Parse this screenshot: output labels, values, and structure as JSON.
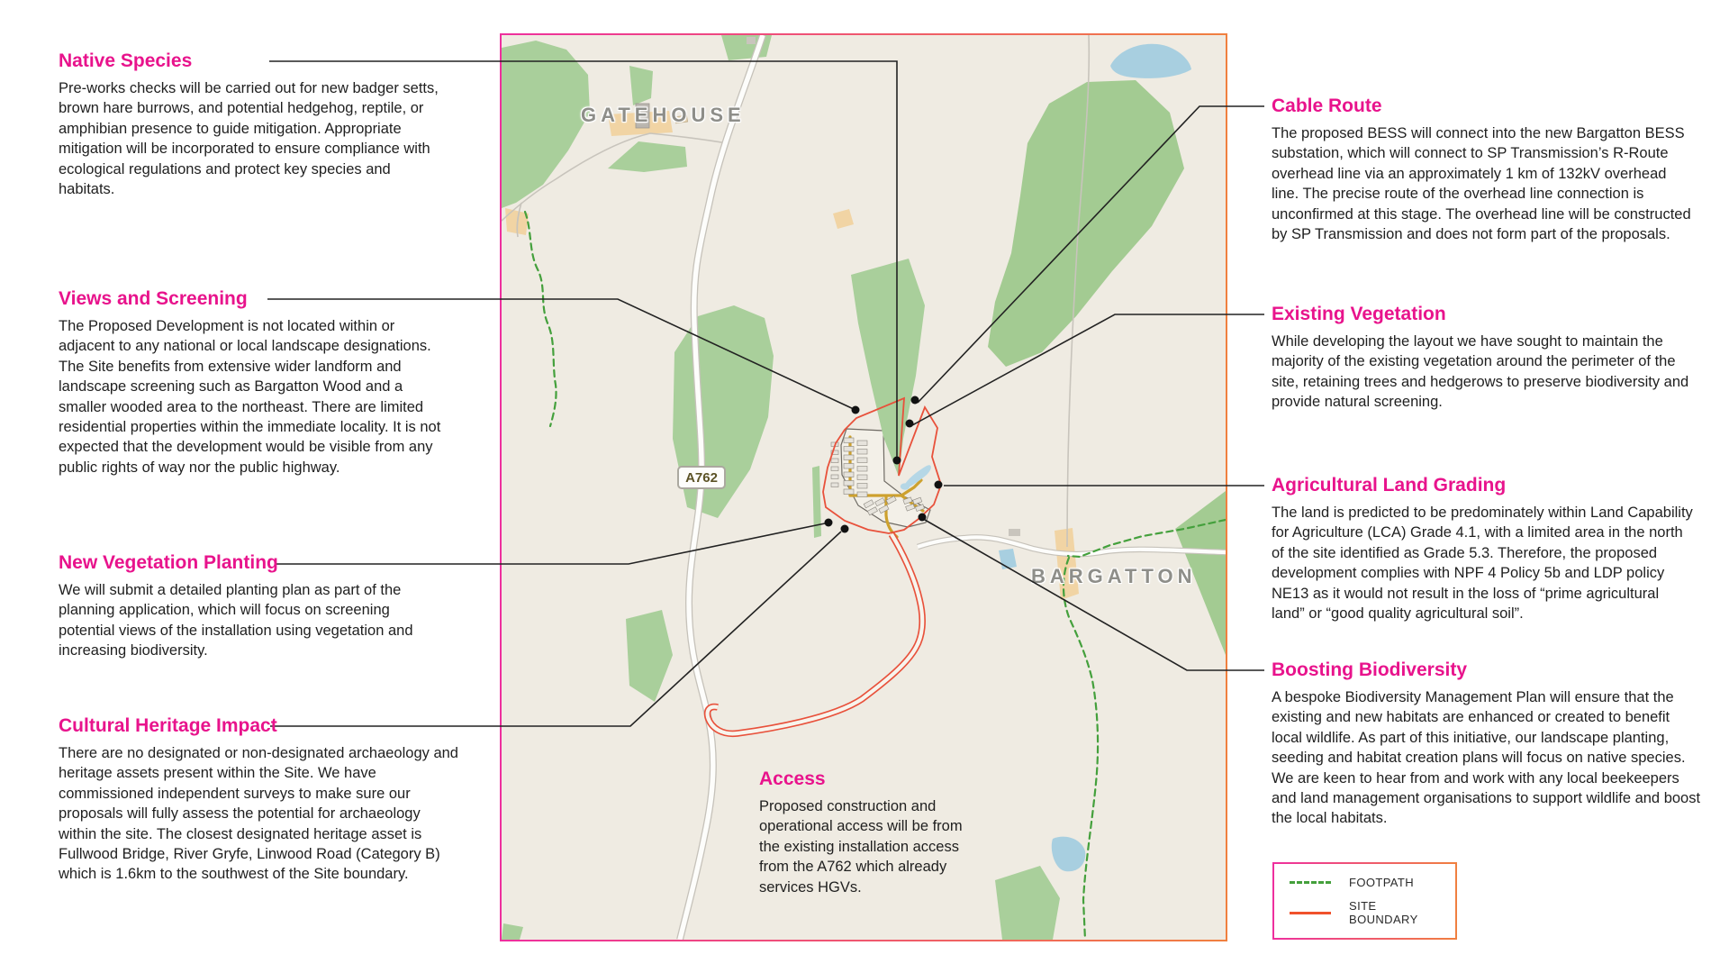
{
  "colors": {
    "accent_pink": "#e8138c",
    "footpath_green": "#44a03c",
    "site_boundary_red": "#f0512c",
    "frame_gradient_left": "#ee2f9e",
    "frame_gradient_right": "#f0803f",
    "map_land": "#efebe2",
    "woodland_green": "#a9cf9b",
    "water_blue": "#a8cfe0"
  },
  "callouts": {
    "native_species": {
      "title": "Native Species",
      "body": "Pre-works checks will be carried out for new badger setts, brown hare burrows, and potential hedgehog, reptile, or amphibian presence to guide mitigation. Appropriate mitigation will be incorporated to ensure compliance with ecological regulations and protect key species and habitats."
    },
    "views_screening": {
      "title": "Views and Screening",
      "body": "The Proposed Development is not located within or adjacent to any national or local landscape designations. The Site benefits from extensive wider landform and landscape screening such as Bargatton Wood and a smaller wooded area to the northeast. There are limited residential properties within the immediate locality. It is not expected that the development would be visible from any public rights of way nor the public highway."
    },
    "new_vegetation": {
      "title": "New Vegetation Planting",
      "body": "We will submit a detailed planting plan as part of the planning application, which will focus on screening potential views of the installation using vegetation and increasing biodiversity."
    },
    "cultural_heritage": {
      "title": "Cultural Heritage Impact",
      "body": "There are no designated or non-designated archaeology and heritage assets present within the Site. We have commissioned independent surveys to make sure our proposals will fully assess the potential for archaeology within the site. The closest designated heritage asset is Fullwood Bridge, River Gryfe, Linwood Road (Category B) which is 1.6km to the southwest of the Site boundary."
    },
    "cable_route": {
      "title": "Cable Route",
      "body": "The proposed BESS will connect into the new Bargatton BESS substation, which will connect to SP Transmission’s R-Route overhead line via an approximately 1 km of 132kV overhead line. The precise route of the overhead line connection is unconfirmed at this stage. The overhead line will be constructed by SP Transmission and does not form part of the proposals."
    },
    "existing_vegetation": {
      "title": "Existing Vegetation",
      "body": "While developing the layout we have sought to maintain the majority of the existing vegetation around the perimeter of the site, retaining trees and hedgerows to preserve biodiversity and provide natural screening."
    },
    "agricultural_land": {
      "title": "Agricultural Land Grading",
      "body": "The land is predicted to be predominately within Land Capability for Agriculture (LCA) Grade 4.1, with a limited area in the north of the site identified as Grade 5.3. Therefore, the proposed development complies with NPF 4 Policy 5b and LDP policy NE13 as it would not result in the loss of “prime agricultural land” or “good quality agricultural soil”."
    },
    "boosting_biodiversity": {
      "title": "Boosting Biodiversity",
      "body": "A bespoke Biodiversity Management Plan will ensure that the existing and new habitats are enhanced or created to benefit local wildlife. As part of this initiative, our landscape planting, seeding and habitat creation plans will focus on native species. We are keen to hear from and work with any local beekeepers and land management organisations to support wildlife and boost the local habitats."
    },
    "access": {
      "title": "Access",
      "body": "Proposed construction and operational access will be from the existing installation access from the A762 which already services HGVs."
    }
  },
  "map": {
    "labels": {
      "gatehouse": "GATEHOUSE",
      "bargatton": "BARGATTON",
      "road_shield": "A762"
    }
  },
  "legend": {
    "items": [
      {
        "label": "FOOTPATH",
        "style": "dashed-green"
      },
      {
        "label": "SITE BOUNDARY",
        "style": "solid-orange"
      }
    ]
  }
}
